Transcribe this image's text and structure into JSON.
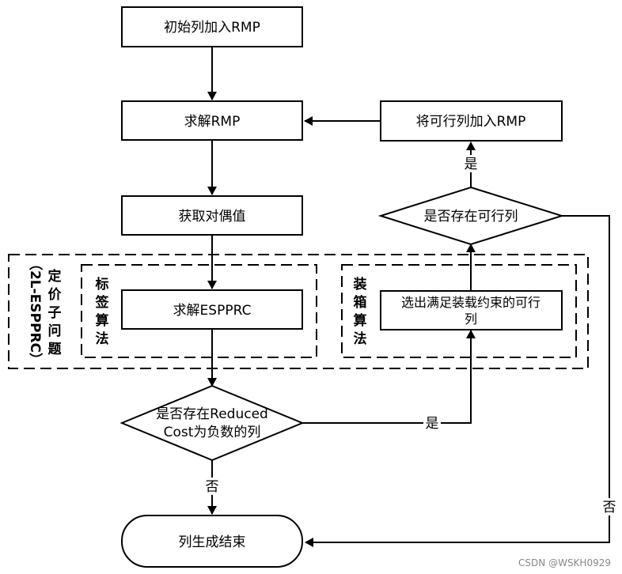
{
  "nodes": {
    "init": "初始列加入RMP",
    "solve_rmp": "求解RMP",
    "get_dual": "获取对偶值",
    "solve_espprc": "求解ESPPRC",
    "decision_reduced_line1": "是否存在Reduced",
    "decision_reduced_line2": "Cost为负数的列",
    "select_cols_line1": "选出满足装载约束的可行",
    "select_cols_line2": "列",
    "decision_feasible": "是否存在可行列",
    "add_feasible": "将可行列加入RMP",
    "end": "列生成结束"
  },
  "groups": {
    "pricing_problem": [
      "定",
      "价",
      "子",
      "问",
      "题"
    ],
    "pricing_problem_sub": "（2L-ESPPRC）",
    "labeling": [
      "标",
      "签",
      "算",
      "法"
    ],
    "packing": [
      "装",
      "箱",
      "算",
      "法"
    ]
  },
  "edge_labels": {
    "yes_reduced": "是",
    "no_reduced": "否",
    "yes_feasible": "是",
    "no_feasible": "否"
  },
  "watermark": "CSDN @WSKH0929"
}
